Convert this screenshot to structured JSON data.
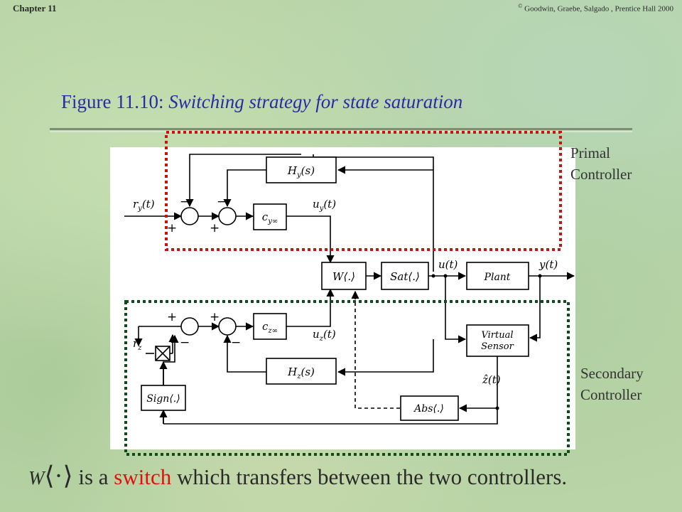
{
  "header": {
    "chapter": "Chapter 11",
    "copyright_symbol": "©",
    "copyright": "Goodwin, Graebe, Salgado , Prentice Hall 2000"
  },
  "figure": {
    "label": "Figure 11.10:",
    "caption": "Switching strategy for state saturation"
  },
  "regions": {
    "primal_line1": "Primal",
    "primal_line2": "Controller",
    "secondary_line1": "Secondary",
    "secondary_line2": "Controller"
  },
  "blocks": {
    "hy": "H",
    "hy_sub": "y",
    "hy_arg": "(s)",
    "cy": "c",
    "cy_sub": "y∞",
    "w": "W⟨.⟩",
    "sat": "Sat⟨.⟩",
    "plant": "Plant",
    "virtual1": "Virtual",
    "virtual2": "Sensor",
    "cz": "c",
    "cz_sub": "z∞",
    "hz": "H",
    "hz_sub": "z",
    "hz_arg": "(s)",
    "sign": "Sign⟨.⟩",
    "abs": "Abs⟨.⟩"
  },
  "signals": {
    "ry": "r",
    "ry_sub": "y",
    "ry_arg": "(t)",
    "uy": "u",
    "uy_sub": "y",
    "uy_arg": "(t)",
    "u": "u(t)",
    "y": "y(t)",
    "rz": "r",
    "rz_sub": "z",
    "uz": "u",
    "uz_sub": "z",
    "uz_arg": "(t)",
    "zhat": "ẑ(t)"
  },
  "signs": {
    "minus": "−",
    "plus": "+"
  },
  "footer": {
    "w_symbol": "W",
    "w_bracket": "⟨·⟩",
    "text_before": "is a",
    "highlight": "switch",
    "text_after": "which transfers between the two controllers."
  },
  "colors": {
    "title": "#2a2aa8",
    "primal_box": "#cc1111",
    "secondary_box": "#0f4a1a",
    "highlight": "#e01010"
  }
}
